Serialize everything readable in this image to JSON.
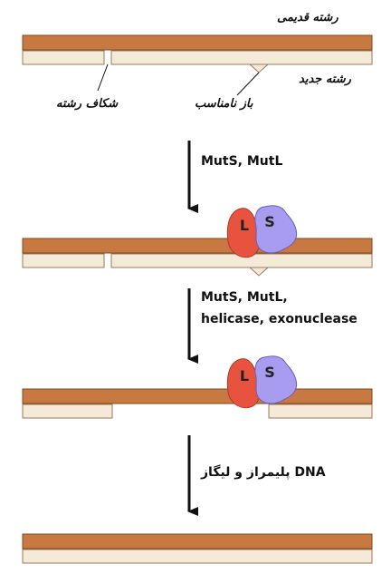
{
  "labels": {
    "old_strand": "رشته قدیمی",
    "new_strand": "رشته جدید",
    "strand_nick": "شکاف رشته",
    "mismatched_base": "باز نامناسب"
  },
  "steps": [
    {
      "line1": "MutS, MutL",
      "line2": ""
    },
    {
      "line1": "MutS, MutL,",
      "line2": "helicase, exonuclease"
    },
    {
      "line1": "DNA پلیمراز و لیگاز",
      "line2": ""
    }
  ],
  "proteins": {
    "mutl_letter": "L",
    "muts_letter": "S"
  },
  "colors": {
    "old_strand": "#c87941",
    "new_strand": "#f5ead8",
    "strand_border": "#7a4a20",
    "mutl": "#e8533f",
    "muts": "#a89cf0",
    "arrow": "#111111"
  }
}
